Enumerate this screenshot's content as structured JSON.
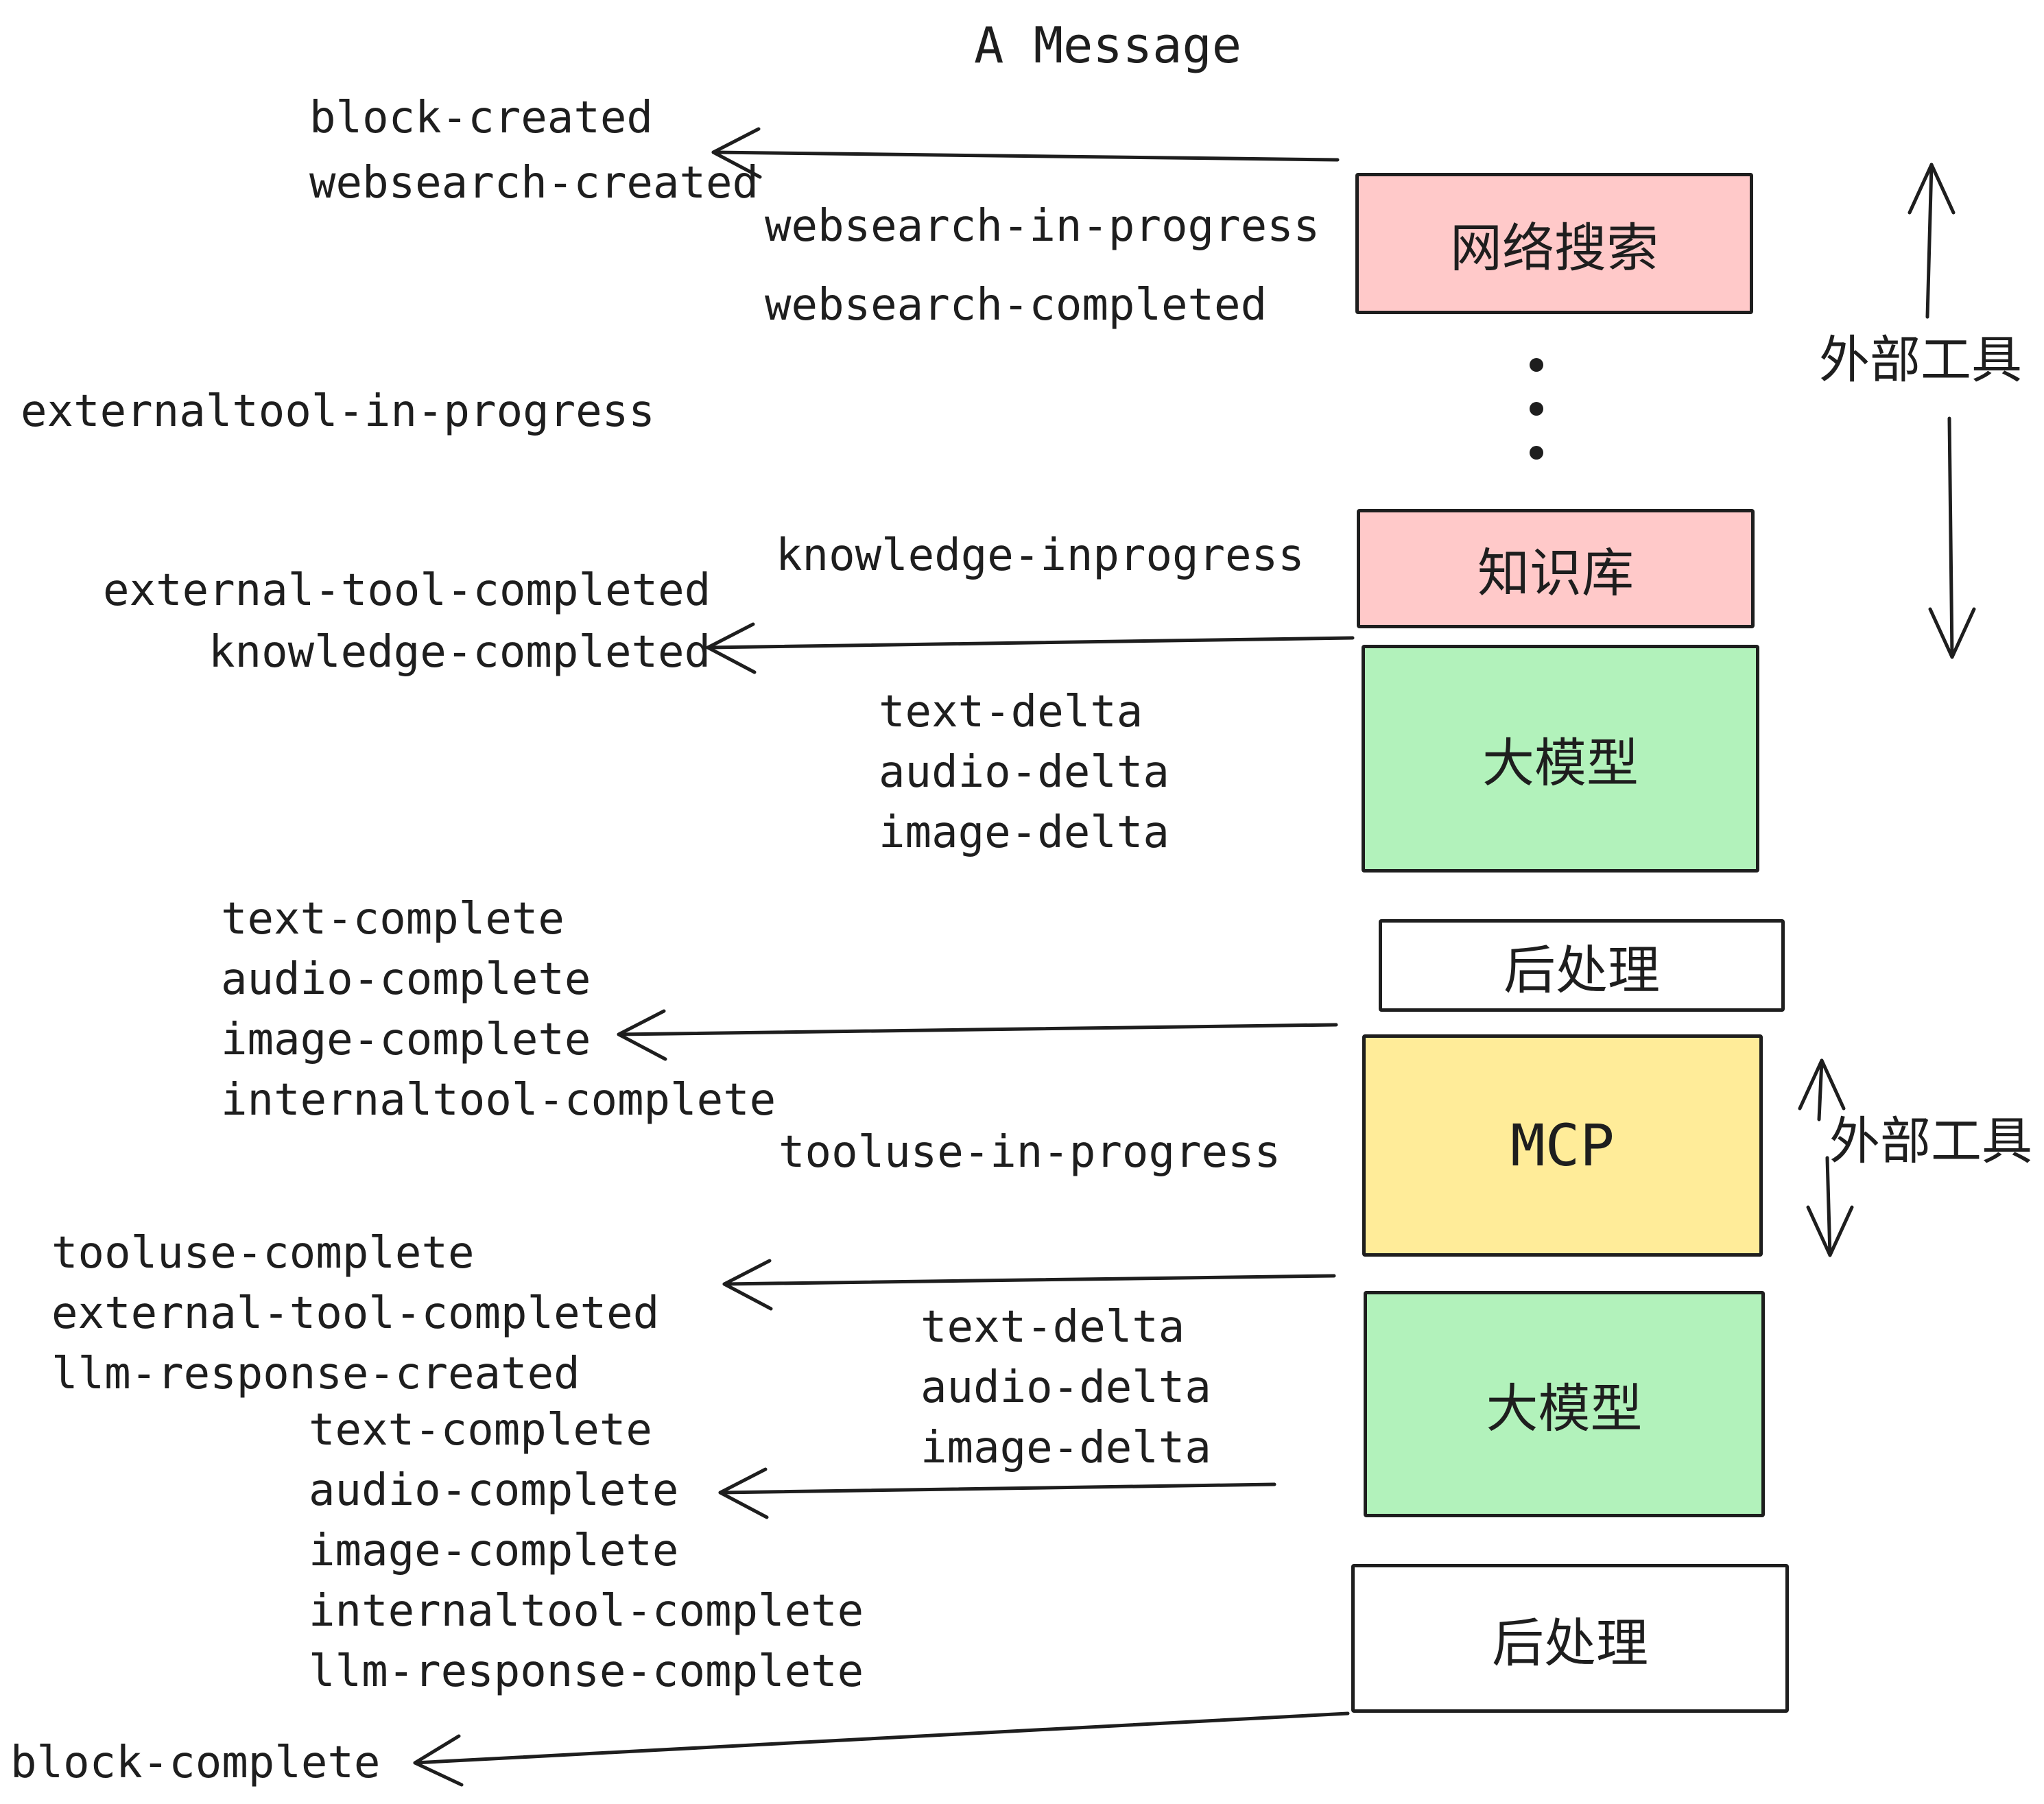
{
  "title": "A Message",
  "colors": {
    "background": "#ffffff",
    "stroke": "#1e1e1e",
    "pink": "#ffc9c9",
    "green": "#b2f2bb",
    "yellow": "#ffec99",
    "white": "#ffffff"
  },
  "boxes": {
    "websearch": {
      "label": "网络搜索",
      "fill": "#ffc9c9"
    },
    "knowledge": {
      "label": "知识库",
      "fill": "#ffc9c9"
    },
    "llm1": {
      "label": "大模型",
      "fill": "#b2f2bb"
    },
    "post1": {
      "label": "后处理",
      "fill": "#ffffff"
    },
    "mcp": {
      "label": "MCP",
      "fill": "#ffec99"
    },
    "llm2": {
      "label": "大模型",
      "fill": "#b2f2bb"
    },
    "post2": {
      "label": "后处理",
      "fill": "#ffffff"
    }
  },
  "events": {
    "block_created": "block-created",
    "websearch_created": "websearch-created",
    "websearch_in_progress": "websearch-in-progress",
    "websearch_completed": "websearch-completed",
    "externaltool_in_progress": "externaltool-in-progress",
    "knowledge_inprogress": "knowledge-inprogress",
    "external_tool_completed_1": "external-tool-completed",
    "knowledge_completed": "knowledge-completed",
    "text_delta_1": "text-delta",
    "audio_delta_1": "audio-delta",
    "image_delta_1": "image-delta",
    "text_complete_1": "text-complete",
    "audio_complete_1": "audio-complete",
    "image_complete_1": "image-complete",
    "internaltool_complete_1": "internaltool-complete",
    "tooluse_in_progress": "tooluse-in-progress",
    "tooluse_complete": "tooluse-complete",
    "external_tool_completed_2": "external-tool-completed",
    "llm_response_created": "llm-response-created",
    "text_complete_2": "text-complete",
    "audio_complete_2": "audio-complete",
    "image_complete_2": "image-complete",
    "internaltool_complete_2": "internaltool-complete",
    "llm_response_complete": "llm-response-complete",
    "block_complete": "block-complete",
    "text_delta_2": "text-delta",
    "audio_delta_2": "audio-delta",
    "image_delta_2": "image-delta"
  },
  "side_labels": {
    "external_tools_top": "外部工具",
    "external_tools_mcp": "外部工具"
  }
}
